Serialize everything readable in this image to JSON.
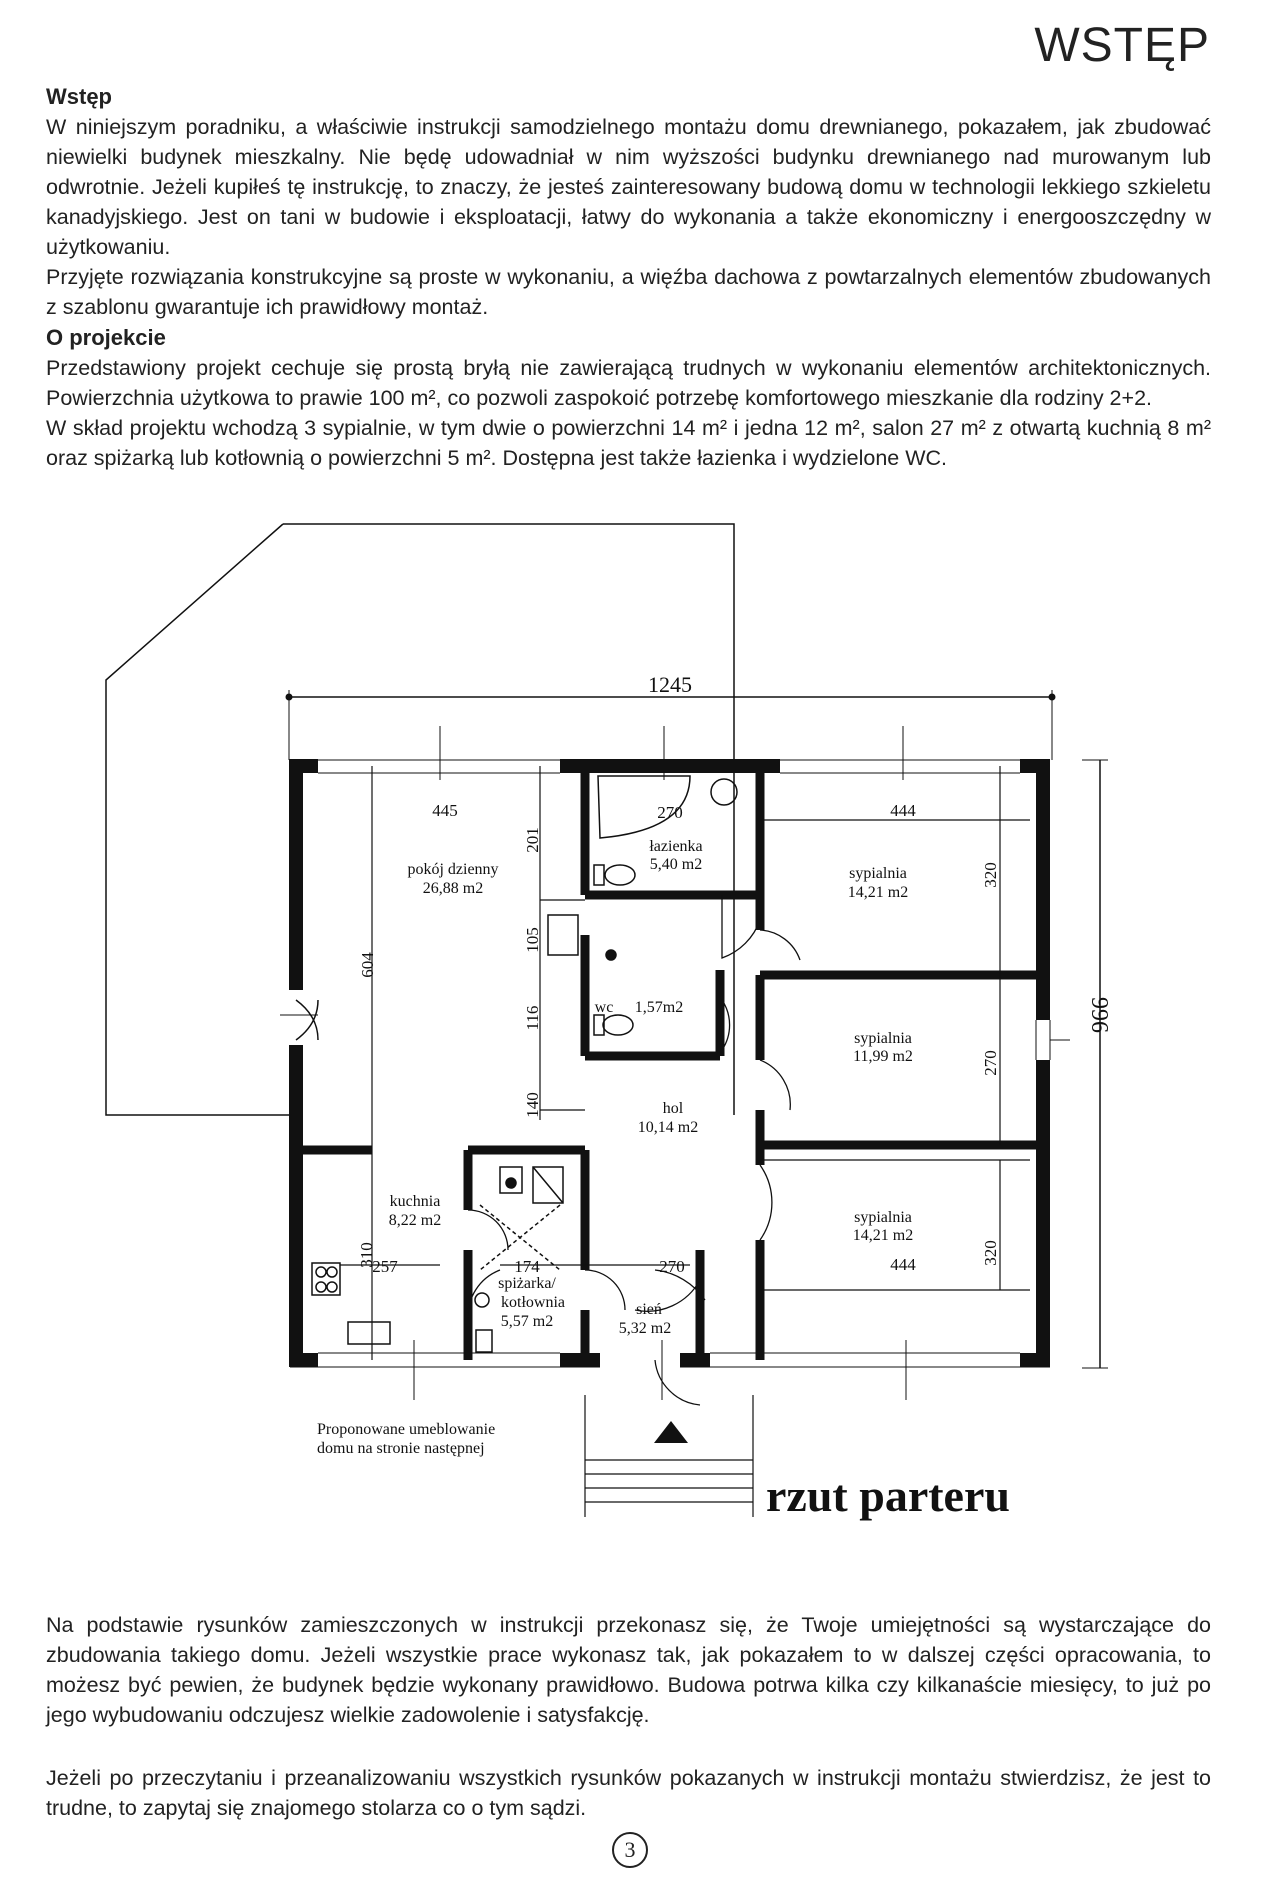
{
  "header": {
    "title": "WSTĘP"
  },
  "intro": {
    "heading": "Wstęp",
    "paragraphs": [
      "W niniejszym poradniku, a właściwie instrukcji samodzielnego montażu domu drewnianego, pokazałem, jak zbudować niewielki budynek mieszkalny. Nie będę udowadniał w nim wyższości budynku drewnianego nad murowanym lub odwrotnie. Jeżeli kupiłeś tę instrukcję, to znaczy, że jesteś zainteresowany budową domu w technologii lekkiego szkieletu kanadyjskiego. Jest on tani w budowie i eksploatacji, łatwy do wykonania a także ekonomiczny i energooszczędny w użytkowaniu.",
      "Przyjęte rozwiązania konstrukcyjne są proste w wykonaniu, a więźba dachowa z powtarzalnych elementów zbudowanych z szablonu gwarantuje ich prawidłowy montaż."
    ]
  },
  "project": {
    "heading": "O projekcie",
    "paragraphs": [
      "Przedstawiony projekt cechuje się prostą bryłą nie zawierającą trudnych w wykonaniu elementów architektonicznych. Powierzchnia użytkowa to prawie 100 m², co pozwoli zaspokoić potrzebę komfortowego mieszkanie dla rodziny 2+2.",
      "W skład projektu wchodzą 3 sypialnie, w tym dwie o powierzchni 14 m² i jedna 12 m², salon 27 m² z otwartą kuchnią 8 m² oraz spiżarką lub kotłownią o powierzchni 5 m². Dostępna jest także łazienka i wydzielone WC."
    ]
  },
  "plan": {
    "title": "rzut parteru",
    "note_line1": "Proponowane umeblowanie",
    "note_line2": "domu na stronie następnej",
    "dims": {
      "total_width": "1245",
      "total_depth": "996",
      "living_width": "445",
      "living_depth": "604",
      "bath_width": "270",
      "bed1_width": "444",
      "bed1_depth": "320",
      "bed2_depth": "270",
      "bed3_width": "444",
      "bed3_depth": "320",
      "d201": "201",
      "d105": "105",
      "d116": "116",
      "d140": "140",
      "kitchen_width": "257",
      "kitchen_depth": "310",
      "pantry_width": "174",
      "entry_width": "270"
    },
    "rooms": {
      "living": {
        "name": "pokój dzienny",
        "area": "26,88 m2"
      },
      "bath": {
        "name": "łazienka",
        "area": "5,40 m2"
      },
      "wc": {
        "name": "wc",
        "area": "1,57m2"
      },
      "hall": {
        "name": "hol",
        "area": "10,14 m2"
      },
      "bed1": {
        "name": "sypialnia",
        "area": "14,21 m2"
      },
      "bed2": {
        "name": "sypialnia",
        "area": "11,99 m2"
      },
      "bed3": {
        "name": "sypialnia",
        "area": "14,21 m2"
      },
      "kitchen": {
        "name": "kuchnia",
        "area": "8,22 m2"
      },
      "pantry": {
        "name1": "spiżarka/",
        "name2": "kotłownia",
        "area": "5,57 m2"
      },
      "entry": {
        "name": "sień",
        "area": "5,32 m2"
      }
    }
  },
  "closing": {
    "paragraph1": "Na podstawie rysunków zamieszczonych w instrukcji przekonasz się, że Twoje umiejętności są wystarczające do zbudowania takiego domu. Jeżeli wszystkie prace wykonasz tak, jak pokazałem to w dalszej części opracowania, to możesz być pewien, że budynek będzie wykonany prawidłowo. Budowa potrwa kilka czy kilkanaście miesięcy, to już po jego wybudowaniu odczujesz wielkie zadowolenie i satysfakcję.",
    "paragraph2": "Jeżeli po przeczytaniu i przeanalizowaniu wszystkich rysunków pokazanych w instrukcji montażu stwierdzisz, że jest to trudne, to zapytaj się znajomego stolarza co o tym sądzi."
  },
  "footer": {
    "page_number": "3"
  }
}
